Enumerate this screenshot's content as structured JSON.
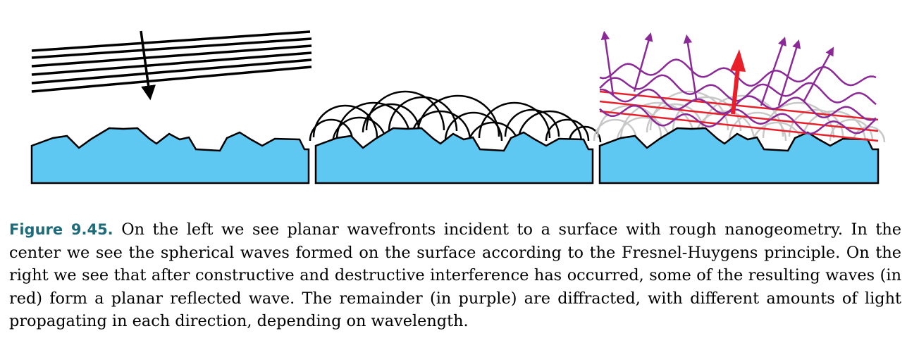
{
  "colors": {
    "surface": "#5ec8f2",
    "wave": "#000000",
    "reflected": "#e8202a",
    "diffracted": "#8b2a96",
    "huygens_faded": "#c8c8c8"
  },
  "figure": {
    "panels": [
      {
        "name": "left",
        "shows": "planar incident wavefronts"
      },
      {
        "name": "center",
        "shows": "spherical Huygens wavelets"
      },
      {
        "name": "right",
        "shows": "reflected and diffracted waves"
      }
    ]
  },
  "caption": {
    "label": "Figure 9.45.",
    "text": "On the left we see planar wavefronts incident to a surface with rough nanogeometry. In the center we see the spherical waves formed on the surface according to the Fresnel-Huygens principle. On the right we see that after constructive and destructive interference has occurred, some of the resulting waves (in red) form a planar reflected wave. The remainder (in purple) are diffracted, with different amounts of light propagating in each direction, depending on wavelength."
  }
}
